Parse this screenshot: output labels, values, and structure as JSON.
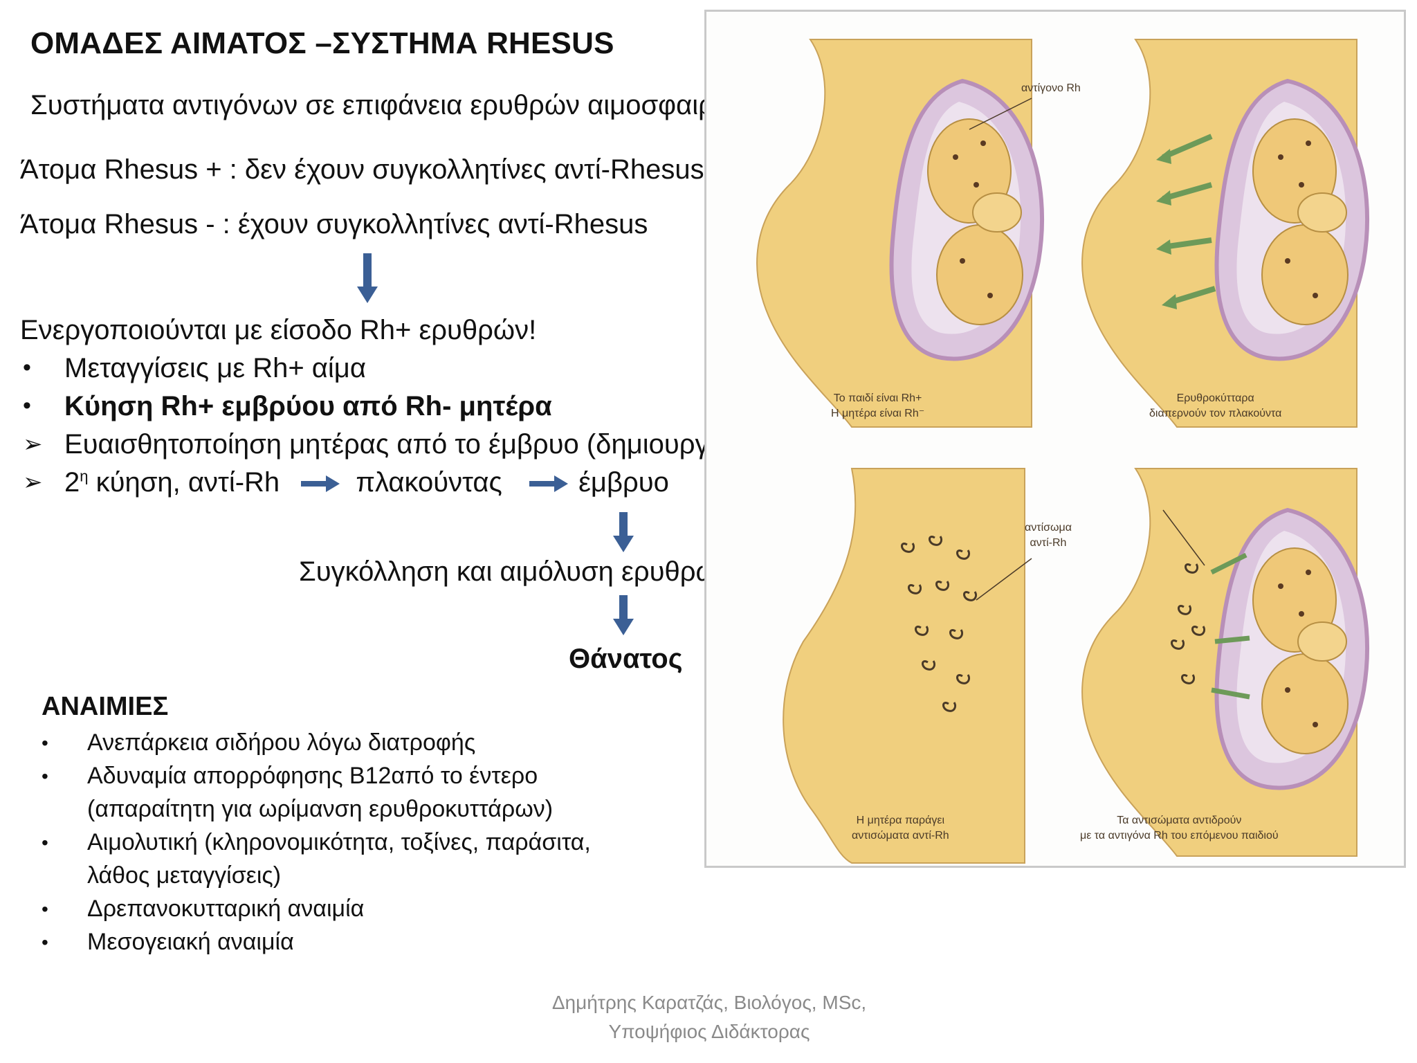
{
  "title": "ΟΜΑΔΕΣ ΑΙΜΑΤΟΣ –ΣΥΣΤΗΜΑ RHESUS",
  "subtitle": "Συστήματα αντιγόνων σε επιφάνεια ερυθρών αιμοσφαιρίων",
  "rh_positive": "Άτομα Rhesus +   : δεν έχουν συγκολλητίνες αντί-Rhesus",
  "rh_negative": "Άτομα Rhesus -  : έχουν συγκολλητίνες αντί-Rhesus",
  "activation": "Ενεργοποιούνται με είσοδο Rh+ ερυθρών!",
  "bullets": {
    "transfusion": "Μεταγγίσεις με Rh+ αίμα",
    "pregnancy": "Κύηση Rh+ εμβρύου από Rh- μητέρα",
    "sensitization": "Ευαισθητοποίηση μητέρας από το έμβρυο (δημιουργία αντί-Rh αντισωμάτων)",
    "second_a": "2",
    "second_sup": "η",
    "second_b": " κύηση, αντί-Rh",
    "placenta": "πλακούντας",
    "embryo": "έμβρυο"
  },
  "agglutination": "Συγκόλληση και αιμόλυση ερυθρών εμβρύου",
  "death": "Θάνατος",
  "anemias": {
    "title": "ΑΝΑΙΜΙΕΣ",
    "items": [
      "Ανεπάρκεια σιδήρου λόγω διατροφής",
      "Αδυναμία απορρόφησης Β12από το έντερο",
      "(απαραίτητη για ωρίμανση ερυθροκυττάρων)",
      "Αιμολυτική (κληρονομικότητα, τοξίνες, παράσιτα,",
      "λάθος μεταγγίσεις)",
      "Δρεπανοκυτταρική αναιμία",
      "Μεσογειακή αναιμία"
    ]
  },
  "footer": {
    "line1": "Δημήτρης Καρατζάς, Βιολόγος, MSc,",
    "line2": "Υποψήφιος Διδάκτορας"
  },
  "figure": {
    "label_antigen": "αντίγονο Rh",
    "label_antibody_1": "αντίσωμα",
    "label_antibody_2": "αντί-Rh",
    "caption_tl_1": "Το παιδί είναι Rh+",
    "caption_tl_2": "Η μητέρα είναι Rh⁻",
    "caption_tr_1": "Ερυθροκύτταρα",
    "caption_tr_2": "διαπερνούν τον πλακούντα",
    "caption_bl_1": "Η μητέρα παράγει",
    "caption_bl_2": "αντισώματα αντί-Rh",
    "caption_br_1": "Τα αντισώματα αντιδρούν",
    "caption_br_2": "με τα αντιγόνα Rh του επόμενου παιδιού"
  },
  "colors": {
    "arrow": "#3b5f95",
    "skin": "#f0cf7e",
    "uterus": "#c9a6c9",
    "fetus": "#efc878",
    "antibody_arrow": "#6d9a59"
  }
}
